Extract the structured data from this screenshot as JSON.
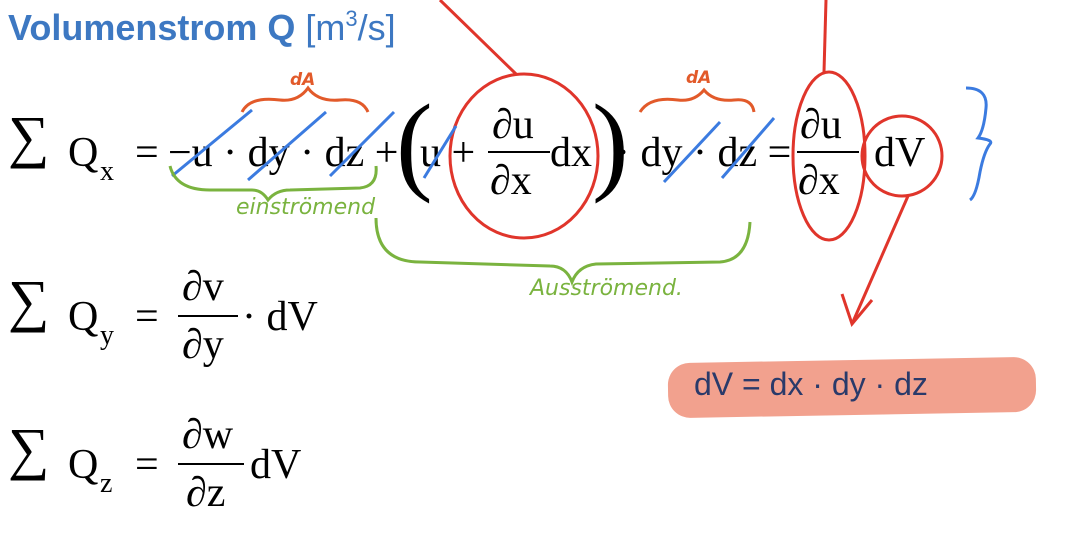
{
  "title": {
    "bold": "Volumenstrom Q",
    "unit_open": "[m",
    "unit_exp": "3",
    "unit_close": "/s]"
  },
  "eq_x": {
    "sigma": "∑",
    "Q": "Q",
    "sub": "x",
    "eq": "=",
    "lhs": "−u · dy · dz +",
    "paren_open": "(",
    "u_plus": "u +",
    "num1": "∂u",
    "den1": "∂x",
    "dx": "dx",
    "paren_close": ")",
    "mid": "· dy · dz =",
    "num2": "∂u",
    "den2": "∂x",
    "dV": "dV"
  },
  "eq_y": {
    "sigma": "∑",
    "Q": "Q",
    "sub": "y",
    "eq": "=",
    "num": "∂v",
    "den": "∂y",
    "tail": "· dV"
  },
  "eq_z": {
    "sigma": "∑",
    "Q": "Q",
    "sub": "z",
    "eq": "=",
    "num": "∂w",
    "den": "∂z",
    "tail": "dV"
  },
  "annotations": {
    "dA_1": "dA",
    "dA_2": "dA",
    "einstroemend": "einströmend",
    "ausstroemend": "Ausströmend.",
    "dV_def": "dV = dx · dy · dz"
  },
  "colors": {
    "title_blue": "#3d78c2",
    "ink_red": "#e0352b",
    "ink_green": "#7ab33f",
    "ink_blue": "#3b7be0",
    "ink_orange": "#e25a2a",
    "highlight": "#f2a18e"
  }
}
